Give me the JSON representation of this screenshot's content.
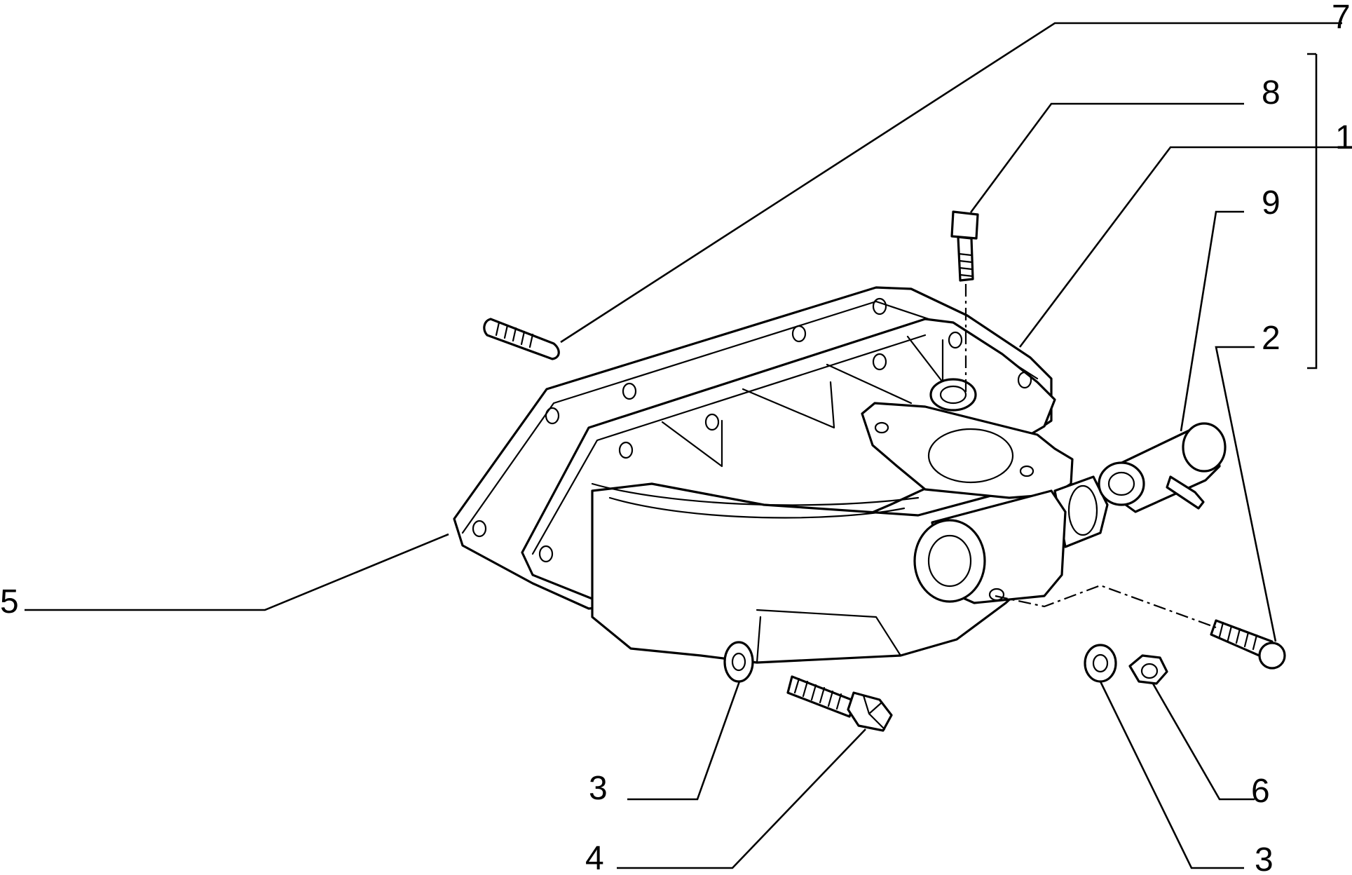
{
  "diagram": {
    "callouts": [
      {
        "id": "c7",
        "label": "7"
      },
      {
        "id": "c8",
        "label": "8"
      },
      {
        "id": "c1",
        "label": "1"
      },
      {
        "id": "c9",
        "label": "9"
      },
      {
        "id": "c2",
        "label": "2"
      },
      {
        "id": "c5",
        "label": "5"
      },
      {
        "id": "c3a",
        "label": "3"
      },
      {
        "id": "c4",
        "label": "4"
      },
      {
        "id": "c6",
        "label": "6"
      },
      {
        "id": "c3b",
        "label": "3"
      }
    ],
    "colors": {
      "line": "#000000",
      "background": "#ffffff"
    }
  }
}
